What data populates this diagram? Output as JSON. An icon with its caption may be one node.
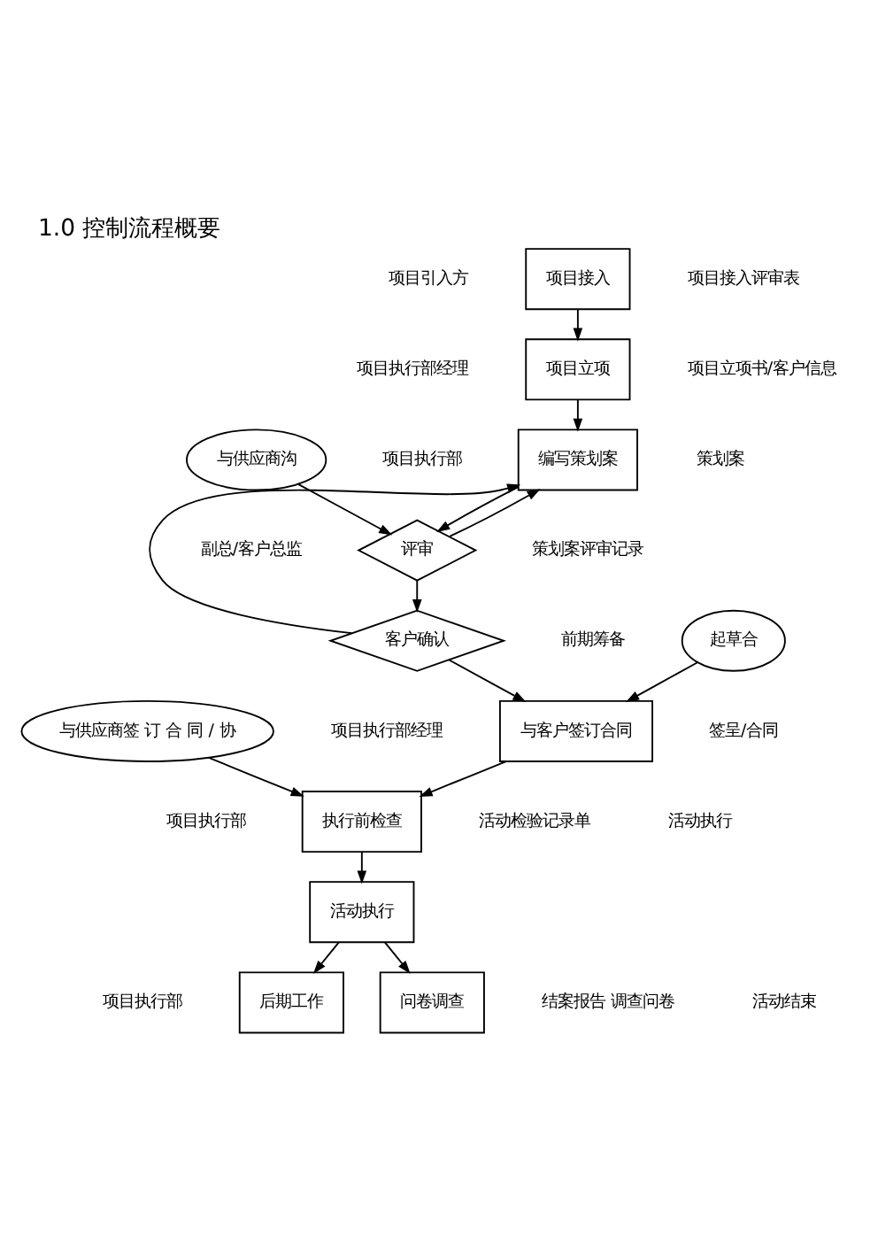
{
  "diagram": {
    "title": "1.0 控制流程概要",
    "nodes": [
      {
        "text": [
          "项目接入"
        ]
      },
      {
        "text": [
          "项目立项"
        ]
      },
      {
        "text": [
          "编写策划案"
        ]
      },
      {
        "text": [
          "与供应商沟"
        ]
      },
      {
        "text": [
          "评审"
        ]
      },
      {
        "text": [
          "客户确认"
        ]
      },
      {
        "text": [
          "起草合"
        ]
      },
      {
        "text": [
          "与客户签订合同"
        ]
      },
      {
        "text": [
          "与供应商签 订 合 同 / 协"
        ]
      },
      {
        "text": [
          "执行前检查"
        ]
      },
      {
        "text": [
          "活动执行"
        ]
      },
      {
        "text": [
          "后期工作"
        ]
      },
      {
        "text": [
          "问卷调查"
        ]
      }
    ],
    "edges": [
      {
        "from": 0,
        "to": 1,
        "arrow": "to"
      },
      {
        "from": 1,
        "to": 2,
        "arrow": "to"
      },
      {
        "from": 2,
        "to": 4,
        "arrow": "to"
      },
      {
        "from": 3,
        "to": 4,
        "arrow": "to"
      },
      {
        "from": 4,
        "to": 2,
        "arrow": "to"
      },
      {
        "from": 4,
        "to": 5,
        "arrow": "to"
      },
      {
        "from": 5,
        "to": 2,
        "arrow": "to"
      },
      {
        "from": 5,
        "to": 7,
        "arrow": "to"
      },
      {
        "from": 6,
        "to": 7,
        "arrow": "to"
      },
      {
        "from": 7,
        "to": 9,
        "arrow": "to"
      },
      {
        "from": 8,
        "to": 9,
        "arrow": "to"
      },
      {
        "from": 9,
        "to": 10,
        "arrow": "to"
      },
      {
        "from": 10,
        "to": 11,
        "arrow": "to"
      },
      {
        "from": 10,
        "to": 12,
        "arrow": "to"
      }
    ],
    "labels": [
      "项目引入方",
      "项目接入评审表",
      "项目执行部经理",
      "项目立项书/客户信息",
      "项目执行部",
      "策划案",
      "副总/客户总监",
      "策划案评审记录",
      "前期筹备",
      "项目执行部经理",
      "签呈/合同",
      "项目执行部",
      "活动检验记录单",
      "活动执行",
      "项目执行部",
      "结案报告 调查问卷",
      "活动结束"
    ]
  }
}
